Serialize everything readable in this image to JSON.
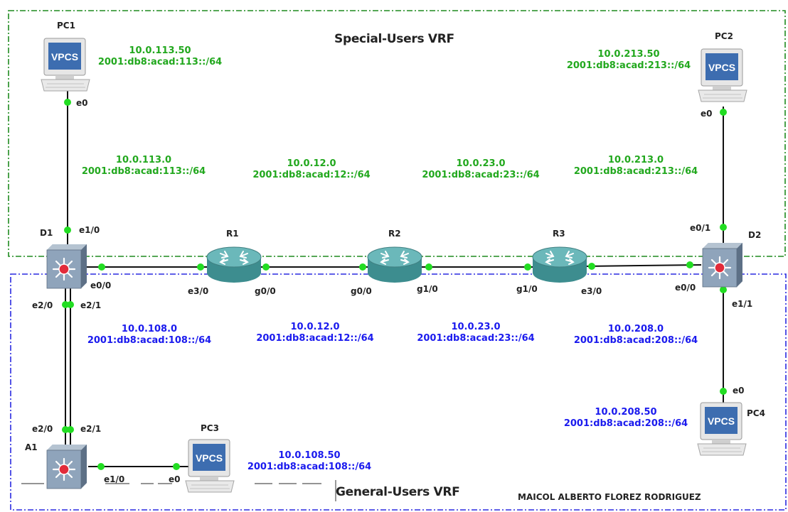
{
  "colors": {
    "special_vrf": "#1f8a1f",
    "general_vrf": "#2a2ae0",
    "link_dot": "#22dd22"
  },
  "zones": {
    "special": {
      "title": "Special-Users VRF"
    },
    "general": {
      "title": "General-Users VRF"
    }
  },
  "author": "MAICOL ALBERTO FLOREZ RODRIGUEZ",
  "devices": {
    "pc1": {
      "name": "PC1",
      "icon_text": "VPCS",
      "icon": "vpcs-computer-icon"
    },
    "pc2": {
      "name": "PC2",
      "icon_text": "VPCS",
      "icon": "vpcs-computer-icon"
    },
    "pc3": {
      "name": "PC3",
      "icon_text": "VPCS",
      "icon": "vpcs-computer-icon"
    },
    "pc4": {
      "name": "PC4",
      "icon_text": "VPCS",
      "icon": "vpcs-computer-icon"
    },
    "d1": {
      "name": "D1",
      "icon": "multilayer-switch-icon"
    },
    "d2": {
      "name": "D2",
      "icon": "multilayer-switch-icon"
    },
    "a1": {
      "name": "A1",
      "icon": "multilayer-switch-icon"
    },
    "r1": {
      "name": "R1",
      "icon": "router-icon"
    },
    "r2": {
      "name": "R2",
      "icon": "router-icon"
    },
    "r3": {
      "name": "R3",
      "icon": "router-icon"
    }
  },
  "interfaces": {
    "pc1_e0": "e0",
    "d1_e1_0": "e1/0",
    "d1_e0_0": "e0/0",
    "d1_e2_0": "e2/0",
    "d1_e2_1": "e2/1",
    "r1_e3_0": "e3/0",
    "r1_g0_0": "g0/0",
    "r2_g0_0": "g0/0",
    "r2_g1_0": "g1/0",
    "r3_g1_0": "g1/0",
    "r3_e3_0": "e3/0",
    "d2_e0_0": "e0/0",
    "d2_e0_1": "e0/1",
    "d2_e1_1": "e1/1",
    "pc2_e0": "e0",
    "pc4_e0": "e0",
    "a1_e2_0": "e2/0",
    "a1_e2_1": "e2/1",
    "a1_e1_0": "e1/0",
    "pc3_e0": "e0"
  },
  "addresses": {
    "pc1": {
      "ipv4": "10.0.113.50",
      "ipv6": "2001:db8:acad:113::/64"
    },
    "pc2": {
      "ipv4": "10.0.213.50",
      "ipv6": "2001:db8:acad:213::/64"
    },
    "net_113": {
      "ipv4": "10.0.113.0",
      "ipv6": "2001:db8:acad:113::/64"
    },
    "net_12_special": {
      "ipv4": "10.0.12.0",
      "ipv6": "2001:db8:acad:12::/64"
    },
    "net_23_special": {
      "ipv4": "10.0.23.0",
      "ipv6": "2001:db8:acad:23::/64"
    },
    "net_213": {
      "ipv4": "10.0.213.0",
      "ipv6": "2001:db8:acad:213::/64"
    },
    "net_108": {
      "ipv4": "10.0.108.0",
      "ipv6": "2001:db8:acad:108::/64"
    },
    "net_12_general": {
      "ipv4": "10.0.12.0",
      "ipv6": "2001:db8:acad:12::/64"
    },
    "net_23_general": {
      "ipv4": "10.0.23.0",
      "ipv6": "2001:db8:acad:23::/64"
    },
    "net_208": {
      "ipv4": "10.0.208.0",
      "ipv6": "2001:db8:acad:208::/64"
    },
    "pc4": {
      "ipv4": "10.0.208.50",
      "ipv6": "2001:db8:acad:208::/64"
    },
    "pc3": {
      "ipv4": "10.0.108.50",
      "ipv6": "2001:db8:acad:108::/64"
    }
  }
}
